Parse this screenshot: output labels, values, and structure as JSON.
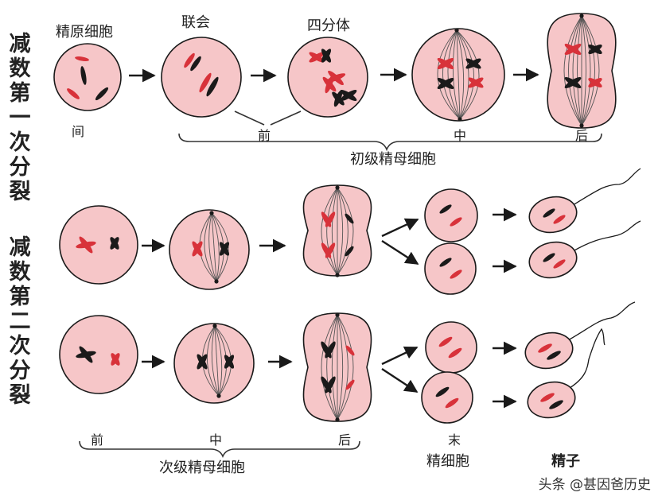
{
  "side_labels": {
    "meiosis_1": "减数第一次分裂",
    "meiosis_2": "减数第二次分裂"
  },
  "top_labels": {
    "spermatogonium": "精原细胞",
    "synapsis": "联会",
    "tetrad": "四分体"
  },
  "phase_labels": {
    "interphase": "间",
    "prophase_1": "前",
    "metaphase_1": "中",
    "anaphase_1": "后",
    "prophase_2": "前",
    "metaphase_2": "中",
    "anaphase_2": "后",
    "telophase_2": "末"
  },
  "group_labels": {
    "primary_spermatocyte": "初级精母细胞",
    "secondary_spermatocyte": "次级精母细胞",
    "spermatid": "精细胞",
    "sperm": "精子"
  },
  "watermark": "头条 @甚因爸历史",
  "colors": {
    "cell_fill": "#f6c6c8",
    "cell_stroke": "#1a1a1a",
    "chromosome_red": "#d8323a",
    "chromosome_dark": "#1a1a1a",
    "spindle": "#555555"
  }
}
